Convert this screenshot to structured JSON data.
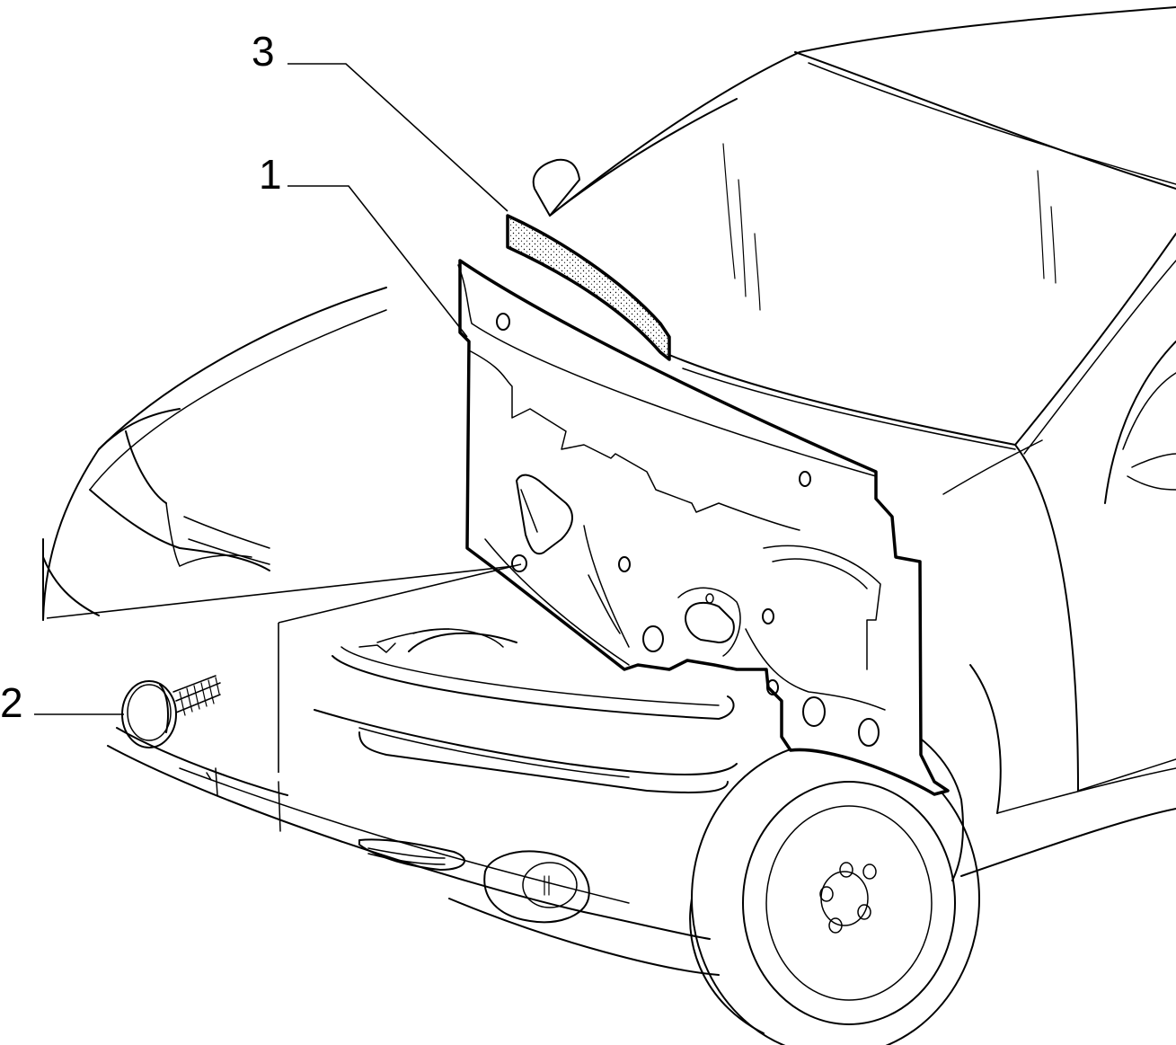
{
  "callouts": [
    {
      "id": "1",
      "label": "1"
    },
    {
      "id": "2",
      "label": "2"
    },
    {
      "id": "3",
      "label": "3"
    }
  ],
  "colors": {
    "line": "#000000",
    "background": "#ffffff",
    "foam_stipple": "#000000"
  },
  "parts": [
    {
      "callout": "1",
      "name": "insulation-panel"
    },
    {
      "callout": "2",
      "name": "push-clip-fastener"
    },
    {
      "callout": "3",
      "name": "foam-seal-strip"
    }
  ]
}
